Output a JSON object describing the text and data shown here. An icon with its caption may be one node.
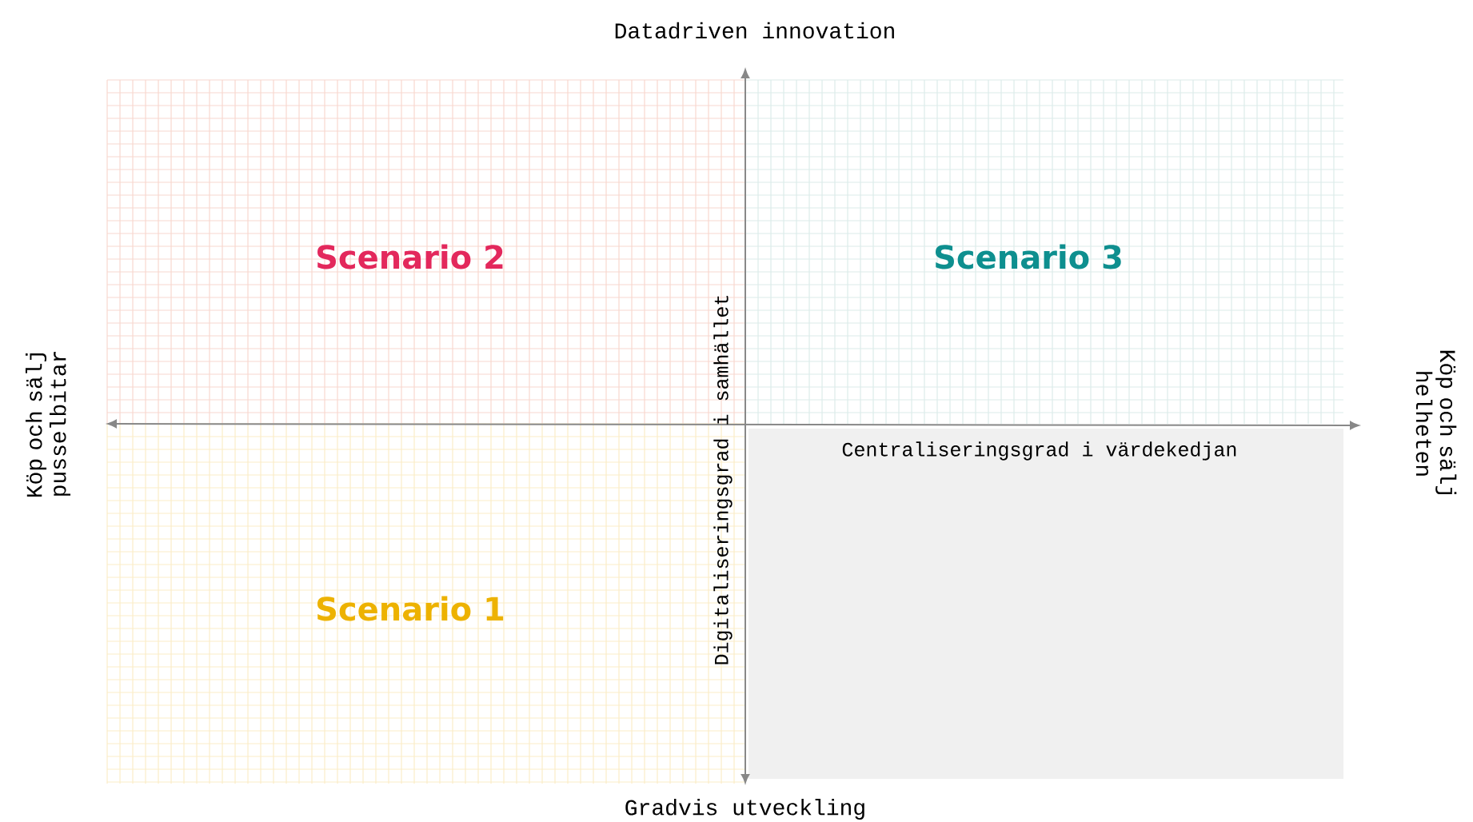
{
  "diagram": {
    "nodes": [
      {
        "text": [
          "Scenario 2"
        ]
      },
      {
        "text": [
          "Scenario 3"
        ]
      },
      {
        "text": [
          "Scenario 1"
        ]
      },
      {
        "text": [],
        "shape": "box"
      }
    ],
    "labels": [
      "Datadriven innovation",
      "Köp och sälj pusselbitar",
      "Köp och sälj helheten",
      "Digitaliseringsgrad i samhället",
      "Centraliseringsgrad i värdekedjan",
      "Gradvis utveckling"
    ]
  }
}
